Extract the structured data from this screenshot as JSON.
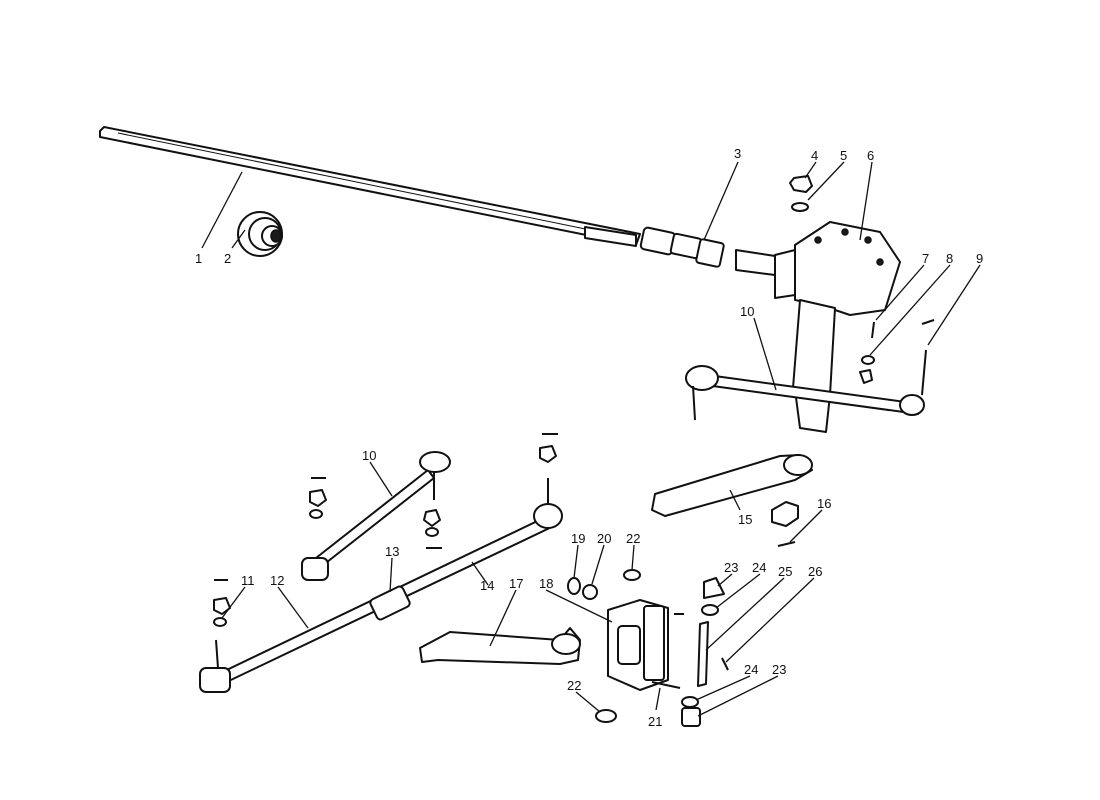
{
  "diagram": {
    "callouts": [
      {
        "id": "c1",
        "text": "1"
      },
      {
        "id": "c2",
        "text": "2"
      },
      {
        "id": "c3",
        "text": "3"
      },
      {
        "id": "c4",
        "text": "4"
      },
      {
        "id": "c5",
        "text": "5"
      },
      {
        "id": "c6",
        "text": "6"
      },
      {
        "id": "c7",
        "text": "7"
      },
      {
        "id": "c8",
        "text": "8"
      },
      {
        "id": "c9",
        "text": "9"
      },
      {
        "id": "c10a",
        "text": "10"
      },
      {
        "id": "c10b",
        "text": "10"
      },
      {
        "id": "c11",
        "text": "11"
      },
      {
        "id": "c12",
        "text": "12"
      },
      {
        "id": "c13",
        "text": "13"
      },
      {
        "id": "c14",
        "text": "14"
      },
      {
        "id": "c15",
        "text": "15"
      },
      {
        "id": "c16",
        "text": "16"
      },
      {
        "id": "c17",
        "text": "17"
      },
      {
        "id": "c18",
        "text": "18"
      },
      {
        "id": "c19",
        "text": "19"
      },
      {
        "id": "c20",
        "text": "20"
      },
      {
        "id": "c21",
        "text": "21"
      },
      {
        "id": "c22a",
        "text": "22"
      },
      {
        "id": "c22b",
        "text": "22"
      },
      {
        "id": "c23a",
        "text": "23"
      },
      {
        "id": "c23b",
        "text": "23"
      },
      {
        "id": "c24a",
        "text": "24"
      },
      {
        "id": "c24b",
        "text": "24"
      },
      {
        "id": "c25",
        "text": "25"
      },
      {
        "id": "c26",
        "text": "26"
      }
    ]
  }
}
